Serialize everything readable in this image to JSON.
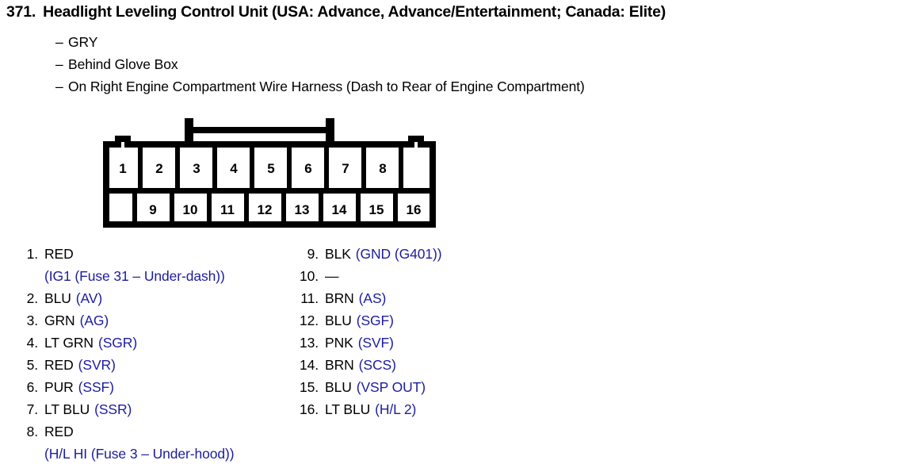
{
  "header": {
    "item_number": "371.",
    "title": "Headlight Leveling Control Unit (USA: Advance, Advance/Entertainment; Canada: Elite)",
    "bullets": [
      "GRY",
      "Behind Glove Box",
      "On Right Engine Compartment Wire Harness (Dash to Rear of Engine Compartment)"
    ],
    "bullet_dash": "–"
  },
  "connector": {
    "top_row_pins": [
      "1",
      "2",
      "3",
      "4",
      "5",
      "6",
      "7",
      "8"
    ],
    "bottom_row_pins": [
      "9",
      "10",
      "11",
      "12",
      "13",
      "14",
      "15",
      "16"
    ],
    "outline_color": "#000000",
    "fill_color": "#ffffff"
  },
  "colors": {
    "circuit_blue": "#1c1ca0",
    "text_black": "#000000",
    "background": "#ffffff"
  },
  "pins": {
    "left_column": [
      {
        "index": "1.",
        "color": "RED",
        "circuit": "",
        "wrap": "(IG1 (Fuse 31 – Under-dash))"
      },
      {
        "index": "2.",
        "color": "BLU",
        "circuit": "(AV)",
        "wrap": ""
      },
      {
        "index": "3.",
        "color": "GRN",
        "circuit": "(AG)",
        "wrap": ""
      },
      {
        "index": "4.",
        "color": "LT GRN",
        "circuit": "(SGR)",
        "wrap": ""
      },
      {
        "index": "5.",
        "color": "RED",
        "circuit": "(SVR)",
        "wrap": ""
      },
      {
        "index": "6.",
        "color": "PUR",
        "circuit": "(SSF)",
        "wrap": ""
      },
      {
        "index": "7.",
        "color": "LT BLU",
        "circuit": "(SSR)",
        "wrap": ""
      },
      {
        "index": "8.",
        "color": "RED",
        "circuit": "",
        "wrap": "(H/L HI (Fuse 3 – Under-hood))"
      }
    ],
    "right_column": [
      {
        "index": "9.",
        "color": "BLK",
        "circuit": "(GND (G401))",
        "wrap": ""
      },
      {
        "index": "10.",
        "color": "",
        "circuit": "",
        "wrap": "",
        "dash": "—"
      },
      {
        "index": "11.",
        "color": "BRN",
        "circuit": "(AS)",
        "wrap": ""
      },
      {
        "index": "12.",
        "color": "BLU",
        "circuit": "(SGF)",
        "wrap": ""
      },
      {
        "index": "13.",
        "color": "PNK",
        "circuit": "(SVF)",
        "wrap": ""
      },
      {
        "index": "14.",
        "color": "BRN",
        "circuit": "(SCS)",
        "wrap": ""
      },
      {
        "index": "15.",
        "color": "BLU",
        "circuit": "(VSP OUT)",
        "wrap": ""
      },
      {
        "index": "16.",
        "color": "LT BLU",
        "circuit": "(H/L 2)",
        "wrap": ""
      }
    ]
  }
}
